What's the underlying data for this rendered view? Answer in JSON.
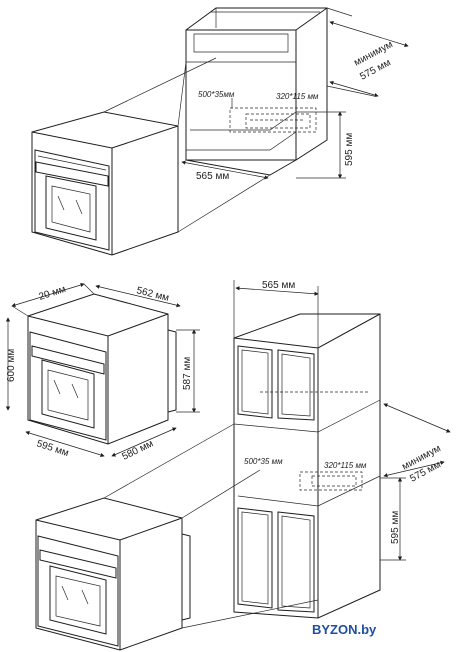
{
  "labels": {
    "top_min": "минимум",
    "top_depth": "575 мм",
    "top_vent": "320*115 мм",
    "top_cut": "500*35мм",
    "top_height": "595 мм",
    "top_width": "565 мм",
    "mid_depth_top": "20 мм",
    "mid_depth": "562 мм",
    "mid_height_front": "600 мм",
    "mid_height_body": "587 мм",
    "mid_width": "595 мм",
    "mid_body_depth": "580 мм",
    "col_width": "565 мм",
    "col_min": "минимум",
    "col_depth": "575 мм",
    "col_vent": "320*115 мм",
    "col_cut": "500*35 мм",
    "col_height": "595 мм"
  },
  "brand": "BYZON.by"
}
